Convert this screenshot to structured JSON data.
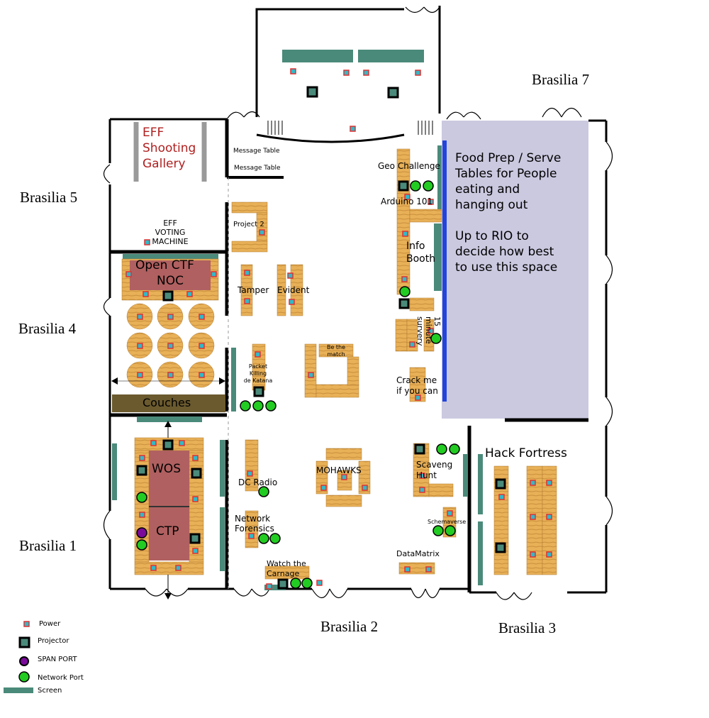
{
  "rooms": {
    "brasilia_1": "Brasilia 1",
    "brasilia_2": "Brasilia 2",
    "brasilia_3": "Brasilia 3",
    "brasilia_4": "Brasilia 4",
    "brasilia_5": "Brasilia 5",
    "brasilia_7": "Brasilia 7"
  },
  "areas": {
    "eff_shooting_gallery": [
      "EFF",
      "Shooting",
      "Gallery"
    ],
    "eff_voting_machine": [
      "EFF",
      "VOTING",
      "MACHINE"
    ],
    "message_table_1": "Message Table",
    "message_table_2": "Message Table",
    "open_ctf": "Open CTF",
    "noc": "NOC",
    "couches": "Couches",
    "wos": "WOS",
    "ctp": "CTP",
    "project_2": "Project 2",
    "tamper": "Tamper",
    "evident": "Evident",
    "packet_killing": [
      "Packet",
      "Killing",
      "de Katana"
    ],
    "be_the_match": [
      "Be the",
      "match"
    ],
    "dc_radio": "DC Radio",
    "network_forensics": [
      "Network",
      "Forensics"
    ],
    "mohawks": "MOHAWKS",
    "watch_the_carnage": [
      "Watch the",
      "Carnage"
    ],
    "geo_challenge": "Geo Challenge",
    "arduino_101": "Arduino 101",
    "info_booth": [
      "Info",
      "Booth"
    ],
    "fifteen_minute_survery": [
      "15",
      "minute",
      "survery"
    ],
    "crack_me": [
      "Crack me",
      "if you can"
    ],
    "scaveng_hunt": [
      "Scaveng",
      "Hunt"
    ],
    "schemaverse": "Schemaverse",
    "datamatrix": "DataMatrix",
    "hack_fortress": "Hack Fortress"
  },
  "food_area": {
    "lines": [
      "Food Prep / Serve",
      "Tables for People",
      "eating and",
      "hanging out",
      "",
      "Up to RIO to",
      "decide how best",
      "to use this space"
    ],
    "color": "#cbc9e0"
  },
  "legend": [
    {
      "icon": "power-icon",
      "label": "Power"
    },
    {
      "icon": "projector-icon",
      "label": "Projector"
    },
    {
      "icon": "span-port-icon",
      "label": "SPAN PORT"
    },
    {
      "icon": "network-port-icon",
      "label": "Network Port"
    },
    {
      "icon": "screen-icon",
      "label": "Screen"
    }
  ],
  "colors": {
    "wall": "#000000",
    "wood": "#e8b057",
    "screen": "#4a8a7a",
    "red_table": "#b06060",
    "couches": "#6b5a2e",
    "network": "#22cc22",
    "span": "#7a0a9a",
    "power_fill": "#33b8c8",
    "power_border": "#dd3333",
    "blue_line": "#2244dd"
  }
}
